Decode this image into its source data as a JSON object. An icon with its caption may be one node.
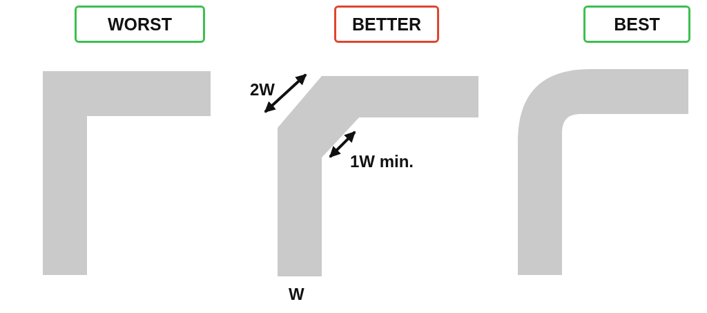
{
  "diagram": {
    "nodes": [
      {
        "text": [
          "WORST"
        ]
      },
      {
        "text": [
          "BETTER"
        ]
      },
      {
        "text": [
          "BEST"
        ]
      }
    ],
    "labels": [
      "2W",
      "1W min.",
      "W"
    ]
  }
}
